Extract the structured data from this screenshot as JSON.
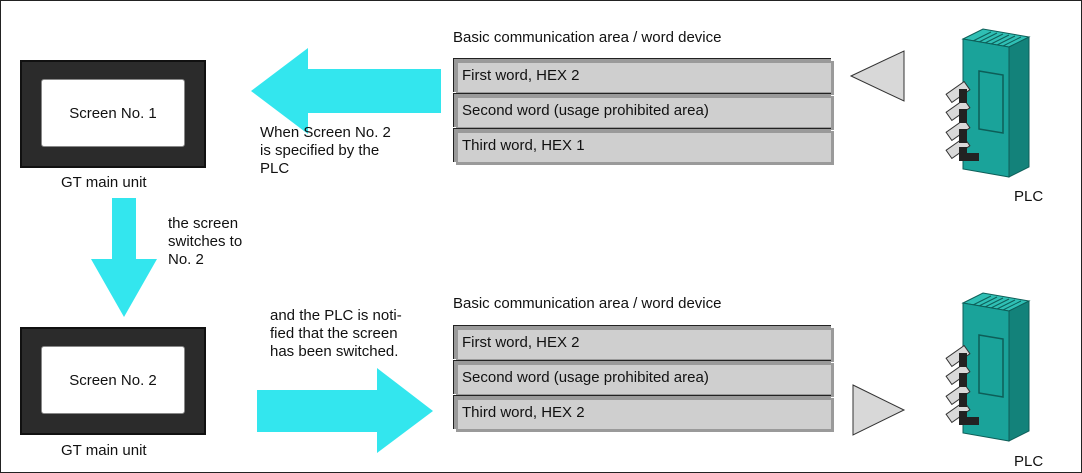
{
  "top": {
    "unit_screen_label": "Screen No. 1",
    "unit_caption": "GT main unit",
    "area_title": "Basic communication area / word device",
    "words": [
      "First word, HEX 2",
      "Second word (usage prohibited area)",
      "Third word, HEX 1"
    ],
    "note": "When Screen No. 2\nis specified by the\nPLC",
    "plc_label": "PLC"
  },
  "middle": {
    "note": "the screen\nswitches to\nNo. 2"
  },
  "bottom": {
    "unit_screen_label": "Screen No. 2",
    "unit_caption": "GT main unit",
    "area_title": "Basic communication area / word device",
    "words": [
      "First word, HEX 2",
      "Second word (usage prohibited area)",
      "Third word, HEX 2"
    ],
    "note": "and the PLC is noti-\nfied that the screen\nhas been switched.",
    "plc_label": "PLC"
  },
  "colors": {
    "arrow": "#33e6ee",
    "word_fill": "#cfcfcf",
    "plc_body": "#1aa39a",
    "triangle_fill": "#d8d8d8"
  }
}
